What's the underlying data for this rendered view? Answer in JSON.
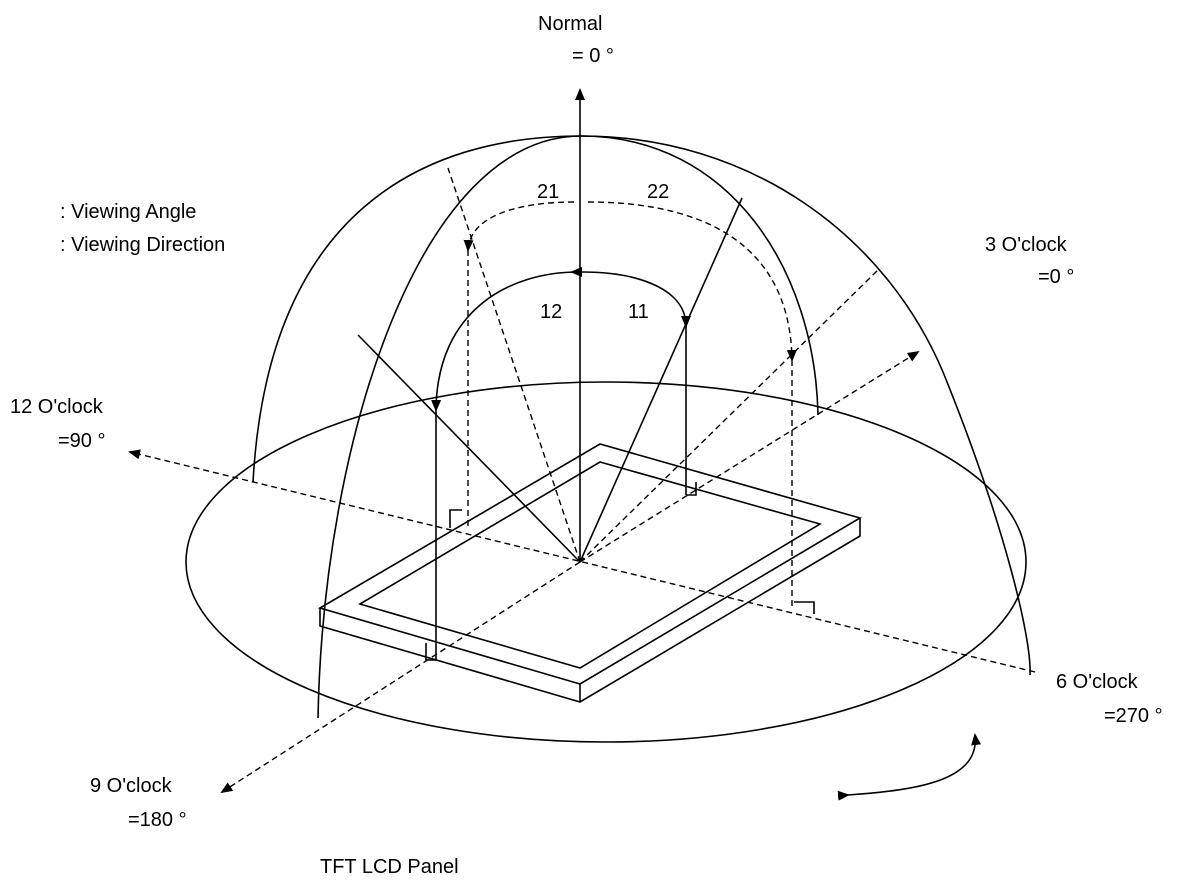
{
  "labels": {
    "normal": "Normal",
    "normal_deg": "= 0 °",
    "legend_angle": ": Viewing Angle",
    "legend_direction": ": Viewing Direction",
    "three_oclock": "3 O'clock",
    "three_deg": "=0 °",
    "twelve_oclock": "12 O'clock",
    "twelve_deg": "=90 °",
    "six_oclock": "6 O'clock",
    "six_deg": "=270 °",
    "nine_oclock": "9 O'clock",
    "nine_deg": "=180 °",
    "panel": "TFT LCD Panel",
    "a21": "21",
    "a22": "22",
    "a12": "12",
    "a11": "11"
  }
}
